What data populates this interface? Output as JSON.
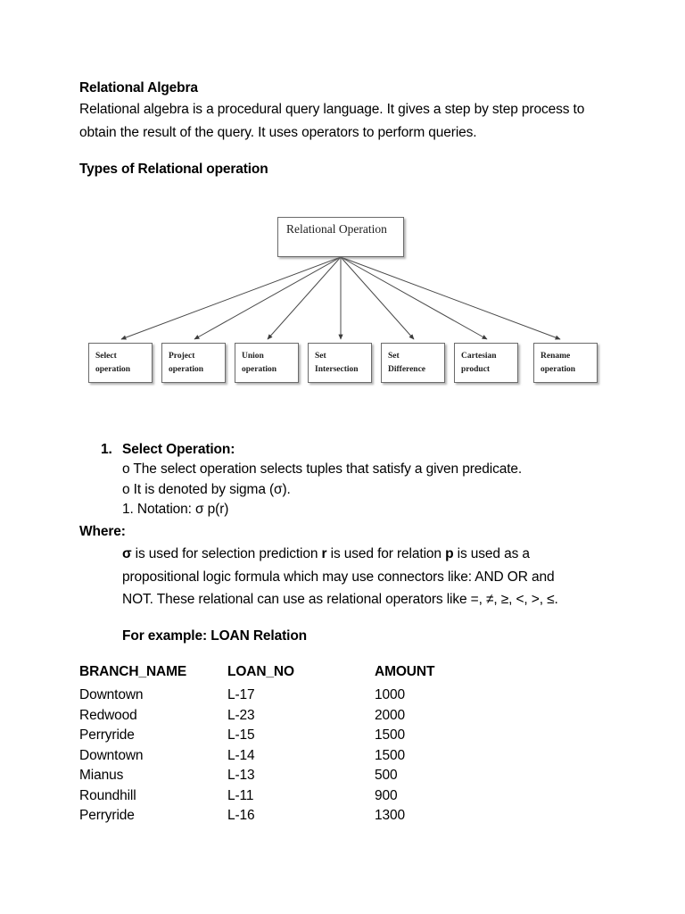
{
  "document": {
    "title": "Relational Algebra",
    "intro": "Relational algebra is a procedural query language. It gives a step by step process to obtain the result of the query. It uses operators to perform queries.",
    "types_heading": "Types of Relational operation"
  },
  "diagram": {
    "root_label": "Relational Operation",
    "nodes": [
      {
        "line1": "Select",
        "line2": "operation"
      },
      {
        "line1": "Project",
        "line2": "operation"
      },
      {
        "line1": "Union",
        "line2": "operation"
      },
      {
        "line1": "Set",
        "line2": "Intersection"
      },
      {
        "line1": "Set",
        "line2": "Difference"
      },
      {
        "line1": "Cartesian",
        "line2": "product"
      },
      {
        "line1": "Rename",
        "line2": "operation"
      }
    ]
  },
  "section": {
    "number": "1.",
    "heading": "Select Operation:",
    "bullet1": "o The select operation selects tuples that satisfy a given predicate.",
    "bullet2": "o It is denoted by sigma (σ).",
    "bullet3": "1. Notation: σ p(r)",
    "where_label": "Where:",
    "where_sigma": "σ",
    "where_text_1": " is used for selection prediction ",
    "where_r": "r",
    "where_text_2": " is used for relation ",
    "where_p": "p",
    "where_text_3": " is used as a propositional logic formula which may use connectors like: AND OR and NOT. These relational can use as relational operators like =, ≠, ≥, <, >, ≤.",
    "example_caption": "For example: LOAN Relation"
  },
  "table": {
    "headers": [
      "BRANCH_NAME",
      "LOAN_NO",
      "AMOUNT"
    ],
    "rows": [
      [
        "Downtown",
        "L-17",
        "1000"
      ],
      [
        "Redwood",
        "L-23",
        "2000"
      ],
      [
        "Perryride",
        "L-15",
        "1500"
      ],
      [
        "Downtown",
        "L-14",
        "1500"
      ],
      [
        "Mianus",
        "L-13",
        "500"
      ],
      [
        "Roundhill",
        "L-11",
        "900"
      ],
      [
        "Perryride",
        "L-16",
        "1300"
      ]
    ]
  },
  "colors": {
    "page_background": "#ffffff",
    "text": "#000000",
    "box_border": "#6b6b6b",
    "connector": "#4a4a4a"
  }
}
